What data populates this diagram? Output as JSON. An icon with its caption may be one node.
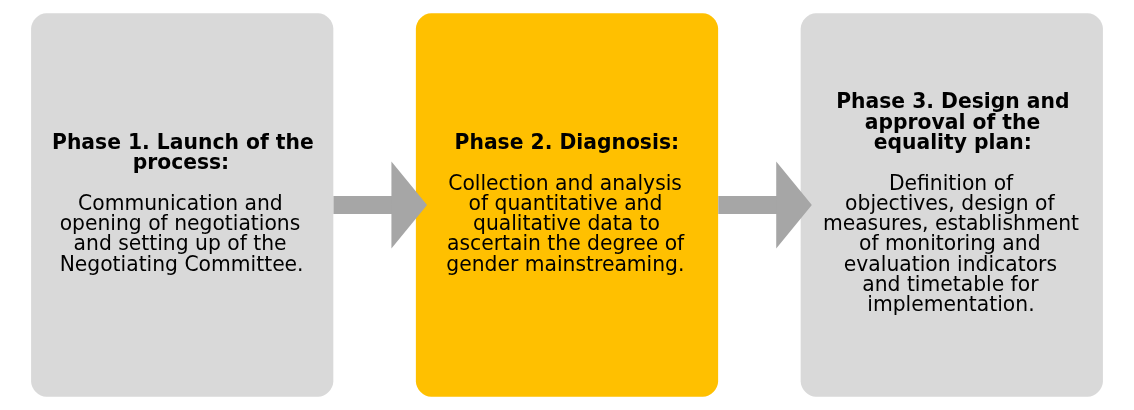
{
  "diagram": {
    "nodes": [
      {
        "text": [
          "Phase 1. Launch of the process:",
          "Communication and opening of negotiations and setting up of the Negotiating Committee."
        ]
      },
      {
        "text": [
          "Phase 2. Diagnosis:",
          "Collection and analysis of quantitative and qualitative data to ascertain the degree of gender mainstreaming."
        ]
      },
      {
        "text": [
          "Phase 3. Design and approval of the equality plan:",
          "Definition of objectives, design of measures, establishment of monitoring and evaluation indicators and timetable for implementation."
        ]
      }
    ],
    "edges": [
      {
        "from": 0,
        "to": 1,
        "arrow": "to"
      },
      {
        "from": 1,
        "to": 2,
        "arrow": "to"
      }
    ]
  }
}
